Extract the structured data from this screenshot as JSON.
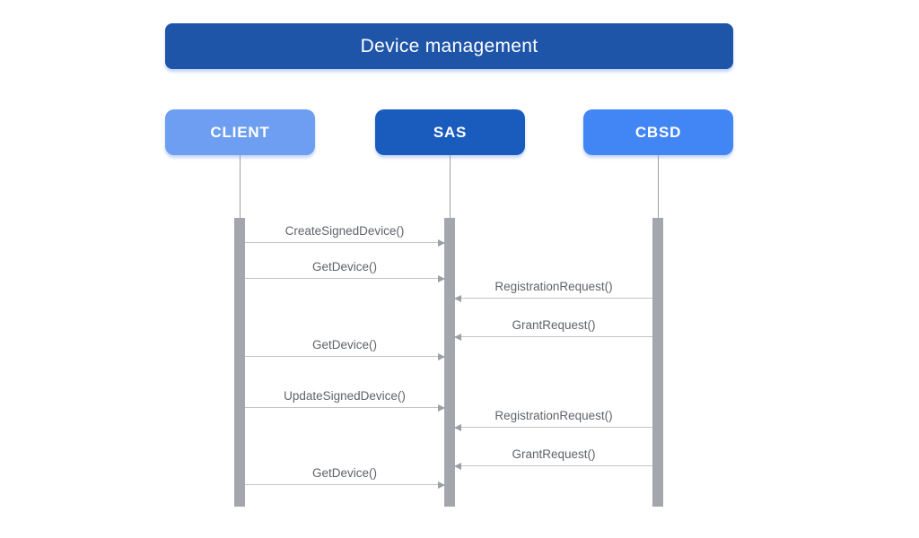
{
  "diagram": {
    "type": "sequence-diagram",
    "title": "Device management",
    "colors": {
      "title_banner": "#1E55A9",
      "actor_client": "#6D9EF1",
      "actor_sas": "#1A5BBE",
      "actor_cbsd": "#4285F4",
      "lifeline": "#9AA0A6",
      "activation_bar": "#A3A6AC",
      "arrow_line": "#C0C3C8",
      "arrow_head": "#9AA0A6",
      "message_text": "#5F6368",
      "background": "#FFFFFF"
    },
    "actors": [
      {
        "label": "CLIENT",
        "color": "#6D9EF1"
      },
      {
        "label": "SAS",
        "color": "#1A5BBE"
      },
      {
        "label": "CBSD",
        "color": "#4285F4"
      }
    ],
    "messages": [
      {
        "label": "CreateSignedDevice()",
        "from": "CLIENT",
        "to": "SAS",
        "direction": "right"
      },
      {
        "label": "GetDevice()",
        "from": "CLIENT",
        "to": "SAS",
        "direction": "right"
      },
      {
        "label": "RegistrationRequest()",
        "from": "CBSD",
        "to": "SAS",
        "direction": "left"
      },
      {
        "label": "GrantRequest()",
        "from": "CBSD",
        "to": "SAS",
        "direction": "left"
      },
      {
        "label": "GetDevice()",
        "from": "CLIENT",
        "to": "SAS",
        "direction": "right"
      },
      {
        "label": "UpdateSignedDevice()",
        "from": "CLIENT",
        "to": "SAS",
        "direction": "right"
      },
      {
        "label": "RegistrationRequest()",
        "from": "CBSD",
        "to": "SAS",
        "direction": "left"
      },
      {
        "label": "GrantRequest()",
        "from": "CBSD",
        "to": "SAS",
        "direction": "left"
      },
      {
        "label": "GetDevice()",
        "from": "CLIENT",
        "to": "SAS",
        "direction": "right"
      }
    ]
  }
}
